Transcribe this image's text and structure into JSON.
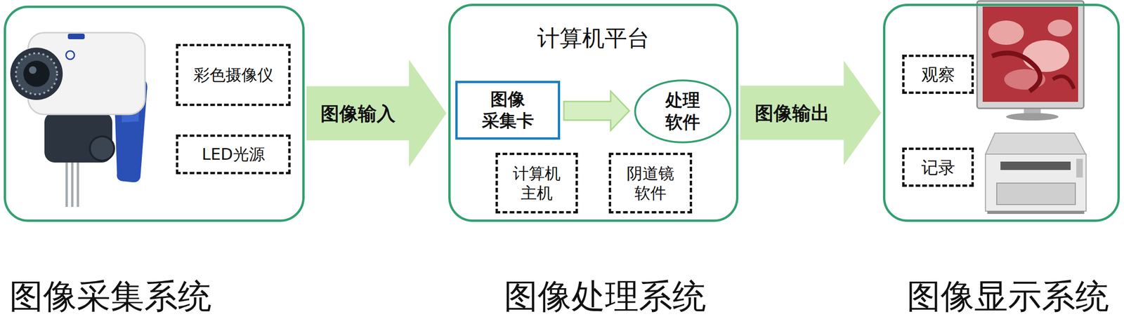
{
  "diagram": {
    "nodes": [
      {
        "text": [
          "图像采集系统"
        ]
      },
      {
        "text": [
          "彩色摄像仪"
        ],
        "in": 0
      },
      {
        "text": [
          "LED光源"
        ],
        "in": 0
      },
      {
        "text": [
          "计算机平台",
          "图像处理系统"
        ]
      },
      {
        "text": [
          "图像 采集卡"
        ],
        "in": 3
      },
      {
        "text": [
          "处理 软件"
        ],
        "in": 3
      },
      {
        "text": [
          "计算机 主机"
        ],
        "in": 3
      },
      {
        "text": [
          "阴道镜 软件"
        ],
        "in": 3
      },
      {
        "text": [
          "图像显示系统"
        ]
      },
      {
        "text": [
          "观察"
        ],
        "in": 8
      },
      {
        "text": [
          "记录"
        ],
        "in": 8
      }
    ],
    "edges": [
      {
        "from": 0,
        "to": 3,
        "arrow": "to",
        "label": "图像输入"
      },
      {
        "from": 4,
        "to": 5,
        "arrow": "to"
      },
      {
        "from": 3,
        "to": 8,
        "arrow": "to",
        "label": "图像输出"
      }
    ]
  }
}
